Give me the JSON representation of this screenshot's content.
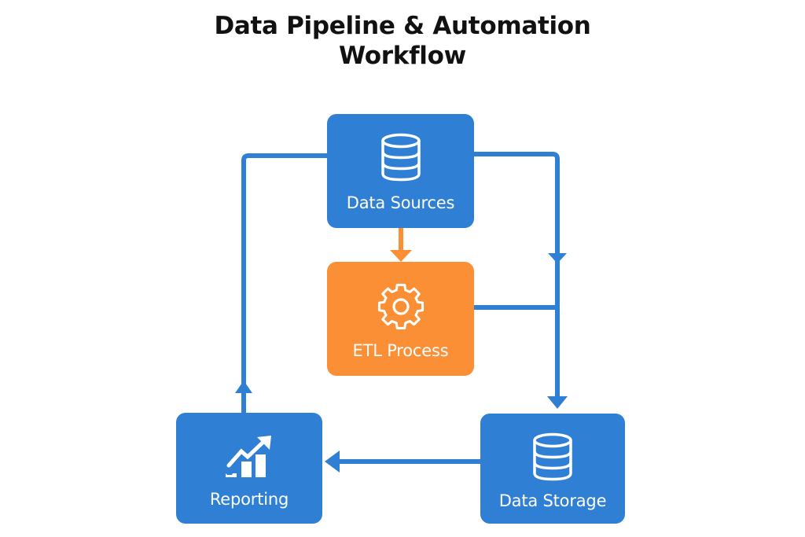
{
  "title": {
    "line1": "Data Pipeline & Automation",
    "line2": "Workflow"
  },
  "colors": {
    "primary": "#2f80d5",
    "accent": "#fb8f35",
    "connector": "#2f80d5",
    "etl_connector": "#fb8f35"
  },
  "nodes": [
    {
      "id": "data-sources",
      "label": "Data Sources",
      "icon": "database-icon",
      "color": "blue"
    },
    {
      "id": "etl-process",
      "label": "ETL Process",
      "icon": "gear-icon",
      "color": "orange"
    },
    {
      "id": "reporting",
      "label": "Reporting",
      "icon": "chart-growth-icon",
      "color": "blue"
    },
    {
      "id": "data-storage",
      "label": "Data Storage",
      "icon": "database-icon",
      "color": "blue"
    }
  ],
  "edges": [
    {
      "from": "Data Sources",
      "to": "ETL Process"
    },
    {
      "from": "Data Sources",
      "to": "Data Storage"
    },
    {
      "from": "ETL Process",
      "to": "Data Storage"
    },
    {
      "from": "Data Storage",
      "to": "Reporting"
    },
    {
      "from": "Reporting",
      "to": "Data Sources"
    }
  ]
}
